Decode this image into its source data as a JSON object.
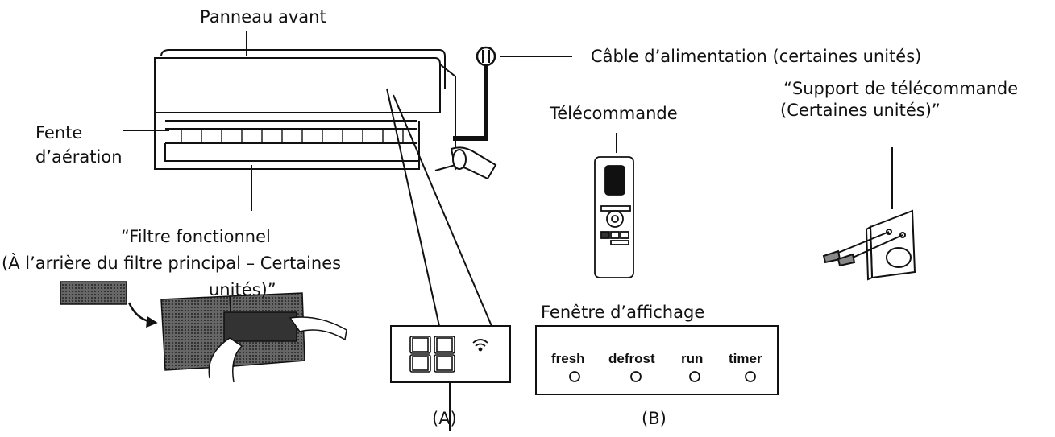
{
  "labels": {
    "front_panel": "Panneau avant",
    "power_cable": "Câble d’alimentation (certaines unités)",
    "remote": "Télécommande",
    "remote_holder_line1": "“Support de télécommande",
    "remote_holder_line2": "(Certaines unités)”",
    "air_vent_line1": "Fente",
    "air_vent_line2": "d’aération",
    "filter_line1": "“Filtre fonctionnel",
    "filter_line2": "(À l’arrière du filtre principal – Certaines",
    "filter_line3": "unités)”",
    "display_window": "Fenêtre d’affichage",
    "panel_a": "(A)",
    "panel_b": "(B)"
  },
  "display_a": {
    "digits": "88",
    "wifi_icon": "wifi-icon"
  },
  "display_b": {
    "indicators": [
      "fresh",
      "defrost",
      "run",
      "timer"
    ]
  }
}
